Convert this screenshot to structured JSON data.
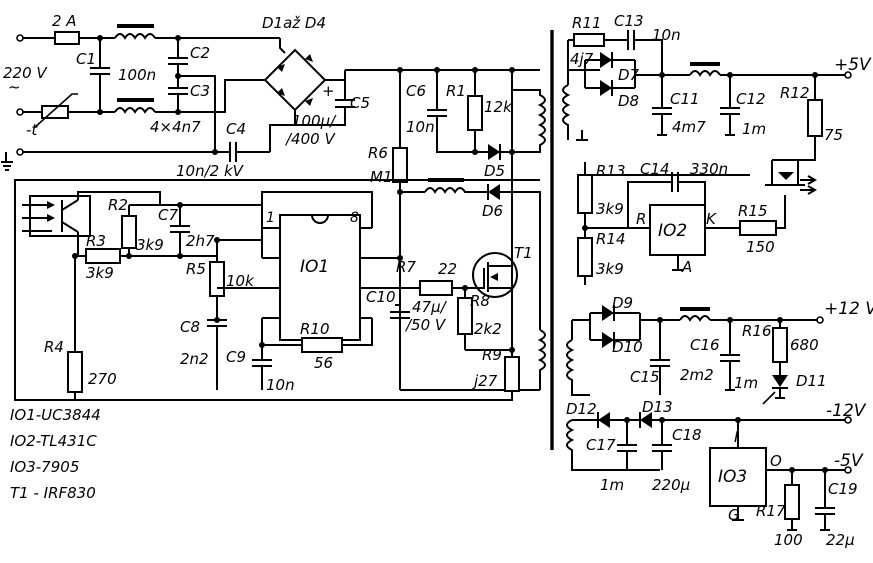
{
  "input": {
    "voltage": "220 V",
    "ac_symbol": "~",
    "fuse_rating": "2 A",
    "thermistor": "-t"
  },
  "components": {
    "C1": "C1",
    "C1_val": "100n",
    "C2": "C2",
    "C3": "C3",
    "C23_val": "4×4n7",
    "C4": "C4",
    "C4_val": "10n/2 kV",
    "bridge": "D1až D4",
    "C5": "C5",
    "C5_val1": "100µ/",
    "C5_val2": "/400 V",
    "C6": "C6",
    "C6_val": "10n",
    "R1": "R1",
    "R1_val": "12k",
    "R6": "R6",
    "R6_val": "M1",
    "D5": "D5",
    "D6": "D6",
    "R2": "R2",
    "R2_val": "3k9",
    "C7": "C7",
    "C7_val": "2h7",
    "R3": "R3",
    "R3_val": "3k9",
    "R4": "R4",
    "R4_val": "270",
    "R5": "R5",
    "R5_val": "10k",
    "C8": "C8",
    "C8_val": "2n2",
    "C9": "C9",
    "C9_val": "10n",
    "IO1": "IO1",
    "pin1": "1",
    "pin8": "8",
    "R7": "R7",
    "R7_val": "22",
    "C10": "C10",
    "C10_val1": "47µ/",
    "C10_val2": "/50 V",
    "R8": "R8",
    "R8_val": "2k2",
    "R9": "R9",
    "R9_val": "j27",
    "R10": "R10",
    "R10_val": "56",
    "T1": "T1",
    "R11": "R11",
    "R11_val": "4j7",
    "C13": "C13",
    "C13_val": "10n",
    "D7": "D7",
    "D8": "D8",
    "C11": "C11",
    "C11_val": "4m7",
    "C12": "C12",
    "C12_val": "1m",
    "R12": "R12",
    "R12_val": "75",
    "R13": "R13",
    "R13_val": "3k9",
    "C14": "C14",
    "C14_val": "330n",
    "IO2": "IO2",
    "IO2_R": "R",
    "IO2_K": "K",
    "IO2_A": "A",
    "R14": "R14",
    "R14_val": "3k9",
    "R15": "R15",
    "R15_val": "150",
    "D9": "D9",
    "D10": "D10",
    "C15": "C15",
    "C16": "C16",
    "C16_val": "2m2",
    "C16b_val": "1m",
    "R16": "R16",
    "R16_val": "680",
    "D11": "D11",
    "D12": "D12",
    "D13": "D13",
    "C17": "C17",
    "C17_val": "1m",
    "C18": "C18",
    "C18_val": "220µ",
    "IO3": "IO3",
    "IO3_I": "I",
    "IO3_O": "O",
    "IO3_G": "G",
    "R17": "R17",
    "R17_val": "100",
    "C19": "C19",
    "C19_val": "22µ"
  },
  "outputs": {
    "plus5": "+5V",
    "plus12": "+12 V",
    "minus12": "-12V",
    "minus5": "-5V"
  },
  "legend": [
    "IO1-UC3844",
    "IO2-TL431C",
    "IO3-7905",
    "T1 - IRF830"
  ]
}
